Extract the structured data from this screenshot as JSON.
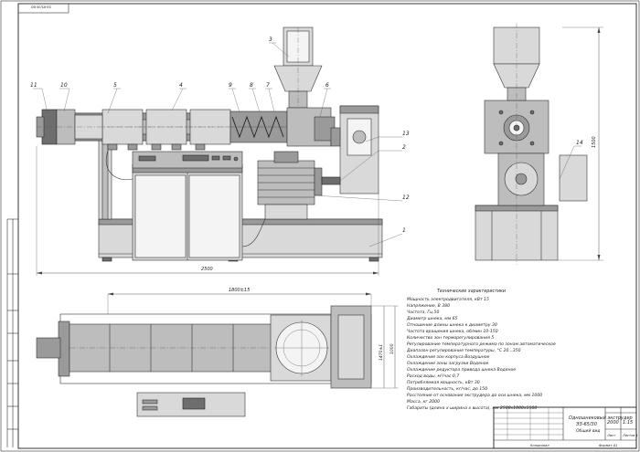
{
  "callouts": [
    "11",
    "10",
    "5",
    "4",
    "9",
    "8",
    "7",
    "6",
    "3",
    "13",
    "2",
    "12",
    "1",
    "14"
  ],
  "dimensions": {
    "overall_length": "2500",
    "plan_length": "1800±15",
    "plan_width_tol": "1470±1",
    "plan_width": "1000",
    "side_height": "1500"
  },
  "specs": {
    "heading": "Технические характеристики",
    "lines": [
      "Мощность электродвигателя, кВт 15",
      "Напряжение, В 380",
      "Частота, Гц 50",
      "Диаметр шнека, мм 65",
      "Отношение длины шнека к диаметру 30",
      "Частота вращения шнека, об/мин 10-150",
      "Количество зон терморегулирования 5",
      "Регулирование температурного режима по зонам автоматическое",
      "Диапазон регулирования температуры, °С 20...350",
      "Охлаждение зон корпуса Воздушное",
      "Охлаждение зоны загрузки Водяное",
      "Охлаждение редуктора привода шнека Водяное",
      "Расход воды, м³/час 0,7",
      "Потребляемая мощность, кВт 30",
      "Производительность, кг/час, до 150",
      "Расстояние от основания экструдера до оси шнека, мм 1000",
      "Масса, кг 2000",
      "Габариты (длина х ширина х высота), мм 2500х1000х1500"
    ]
  },
  "title_block": {
    "name_line1": "Одношнековый экструдер",
    "name_line2": "ЭЗ-65/30",
    "name_line3": "Общий вид",
    "mass": "2000",
    "scale": "1:15",
    "sheet_label": "Лист",
    "sheets_label": "Листов 1",
    "copied": "Копировал",
    "format": "Формат А1"
  },
  "drawing_number": "ЭЗ-65/30 ВО"
}
